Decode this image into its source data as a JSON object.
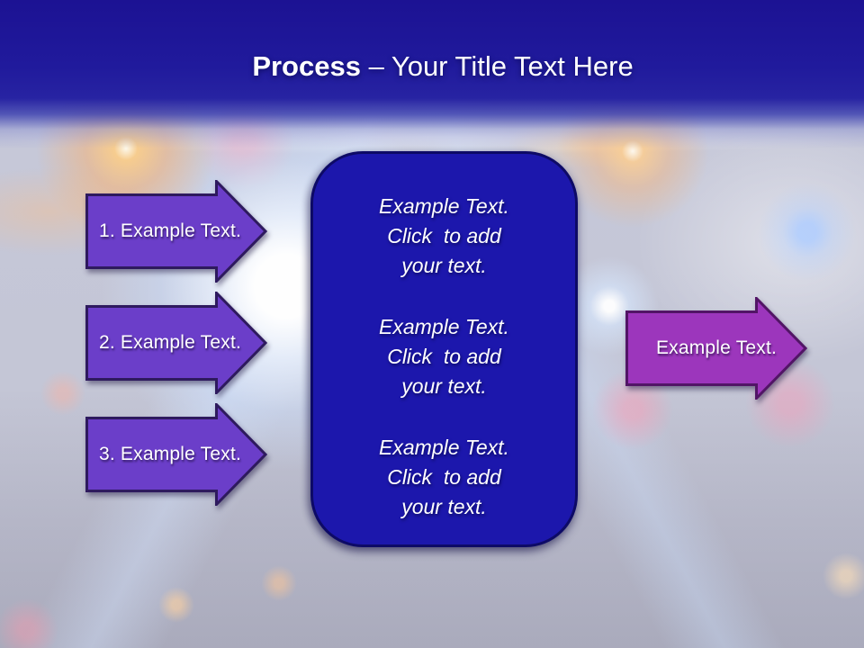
{
  "theme": {
    "header_blue": "#1c1293",
    "box_blue": "#1c17ac",
    "box_border": "#0d0a66",
    "left_arrow_fill": "#6b3ec9",
    "left_arrow_border": "#2e1a5e",
    "right_arrow_fill": "#9c36bc",
    "right_arrow_border": "#521566",
    "text_color": "#ffffff"
  },
  "header": {
    "title_bold": "Process",
    "title_rest": "– Your Title Text Here"
  },
  "left_arrows": [
    {
      "label": "1. Example Text."
    },
    {
      "label": "2. Example Text."
    },
    {
      "label": "3. Example Text."
    }
  ],
  "right_arrow": {
    "label": "Example Text."
  },
  "center_box": {
    "blocks": [
      "Example Text.\nClick  to add\nyour text.",
      "Example Text.\nClick  to add\nyour text.",
      "Example Text.\nClick  to add\nyour text."
    ]
  }
}
